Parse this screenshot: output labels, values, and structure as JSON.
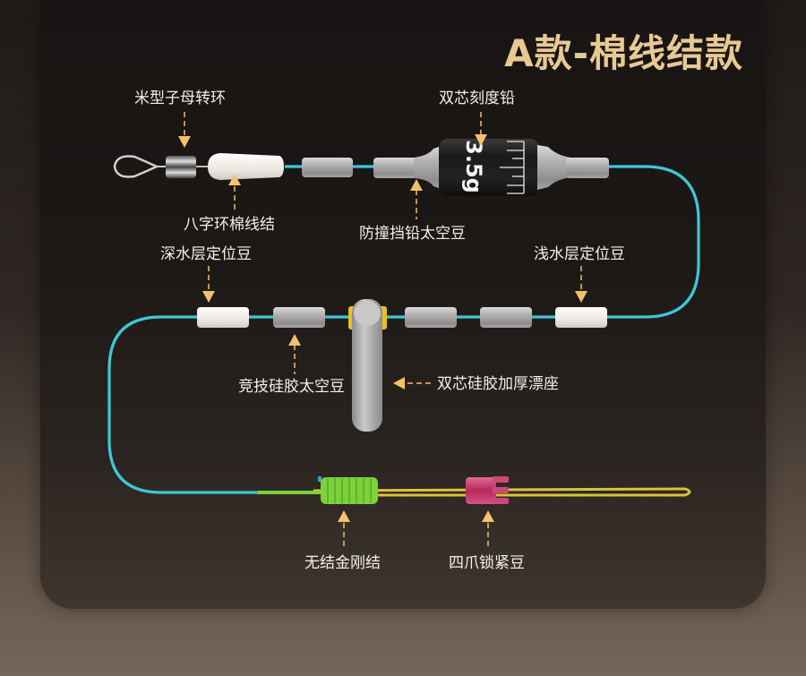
{
  "title": "A款-棉线结款",
  "colors": {
    "title": "#e7c994",
    "line": "#3fc7d6",
    "arrow": "#f2c16a",
    "label": "#f2f0ec",
    "knot_green": "#7dd13a",
    "leader_yellow": "#d8c43a",
    "lock_bead": "#c2386a",
    "float_seat_ring": "#e8c21a"
  },
  "sinker": {
    "weight_text": "3.5g"
  },
  "labels": {
    "swivel": "米型子母转环",
    "cotton_knot": "八字环棉线结",
    "sinker": "双芯刻度铅",
    "anti_collision_bead": "防撞挡铅太空豆",
    "deep_stopper": "深水层定位豆",
    "shallow_stopper": "浅水层定位豆",
    "silicone_bead": "竞技硅胶太空豆",
    "float_seat": "双芯硅胶加厚漂座",
    "knotless_knot": "无结金刚结",
    "lock_bead": "四爪锁紧豆"
  }
}
